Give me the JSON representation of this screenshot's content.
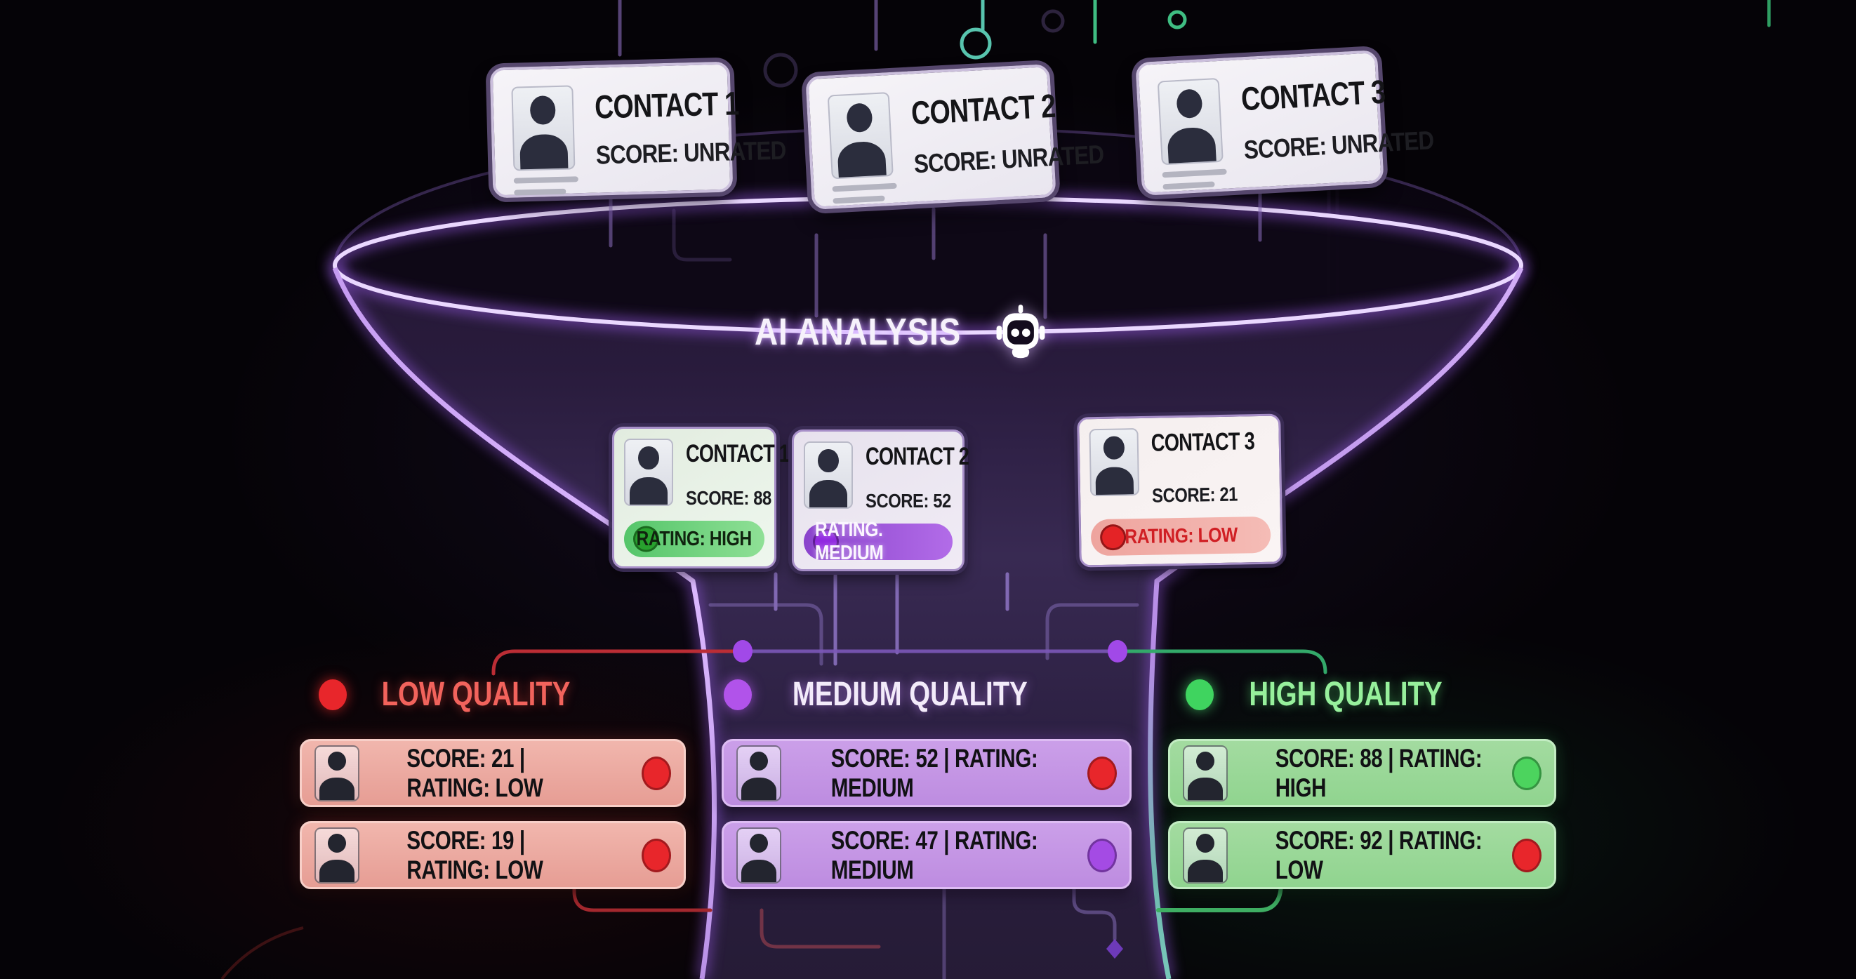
{
  "funnel": {
    "title": "AI ANALYSIS",
    "accent_color": "#b06ae6",
    "robot_icon": "robot-icon"
  },
  "top_contacts": [
    {
      "name": "CONTACT 1",
      "score": "SCORE: UNRATED"
    },
    {
      "name": "CONTACT 2",
      "score": "SCORE: UNRATED"
    },
    {
      "name": "CONTACT 3",
      "score": "SCORE: UNRATED"
    }
  ],
  "analyzed_contacts": [
    {
      "name": "CONTACT 1",
      "score": "SCORE: 88",
      "rating": "RATING: HIGH",
      "dot_color": "#28a12e"
    },
    {
      "name": "CONTACT 2",
      "score": "SCORE: 52",
      "rating": "RATING. MEDIUM",
      "dot_color": "#9027e0"
    },
    {
      "name": "CONTACT 3",
      "score": "SCORE: 21",
      "rating": "RATING: LOW",
      "dot_color": "#e42326"
    }
  ],
  "categories": [
    {
      "label": "LOW QUALITY",
      "label_color": "#f2635c",
      "dot_color": "#e8262b",
      "rows": [
        {
          "text": "SCORE: 21 | RATING: LOW",
          "dot_color": "#e8262b"
        },
        {
          "text": "SCORE: 19 | RATING: LOW",
          "dot_color": "#e8262b"
        }
      ]
    },
    {
      "label": "MEDIUM QUALITY",
      "label_color": "#f3ebfa",
      "dot_color": "#b153ea",
      "rows": [
        {
          "text": "SCORE: 52 | RATING: MEDIUM",
          "dot_color": "#e8262b"
        },
        {
          "text": "SCORE: 47 | RATING: MEDIUM",
          "dot_color": "#a44be4"
        }
      ]
    },
    {
      "label": "HIGH QUALITY",
      "label_color": "#97f09c",
      "dot_color": "#3fd45f",
      "rows": [
        {
          "text": "SCORE: 88 | RATING: HIGH",
          "dot_color": "#4cd45e"
        },
        {
          "text": "SCORE: 92 | RATING: LOW",
          "dot_color": "#e8262b"
        }
      ]
    }
  ]
}
